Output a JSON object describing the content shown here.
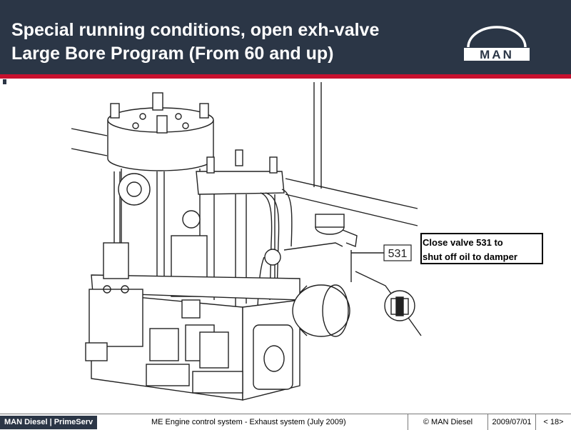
{
  "slide": {
    "title_line1": "Special running conditions, open exh-valve",
    "title_line2": "Large Bore Program (From 60 and up)",
    "logo_text": "MAN"
  },
  "drawing": {
    "part_number": "531"
  },
  "callout": {
    "line1": "Close valve 531 to",
    "line2": "shut off oil to damper"
  },
  "footer": {
    "brand": "MAN Diesel | PrimeServ",
    "description": "ME Engine control system - Exhaust system (July 2009)",
    "copyright": "© MAN Diesel",
    "date": "2009/07/01",
    "page": "< 18>"
  },
  "colors": {
    "header_bg": "#2b3646",
    "accent_red": "#c8102e"
  }
}
